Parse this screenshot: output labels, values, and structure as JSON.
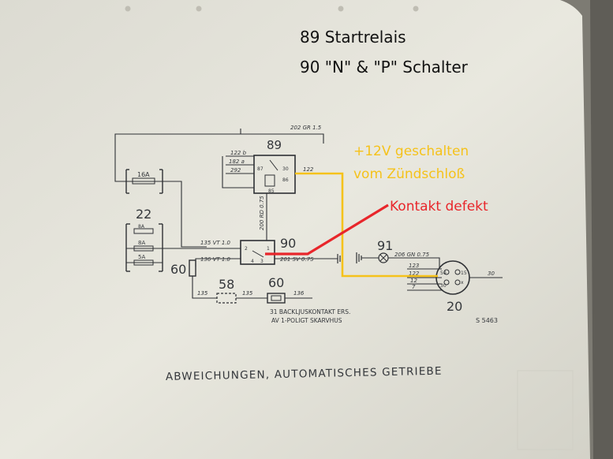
{
  "annotations": {
    "header_line1": "89 Startrelais",
    "header_line2": "90 \"N\" & \"P\" Schalter",
    "plus12v_line1": "+12V geschalten",
    "plus12v_line2": "vom Zündschloß",
    "kontakt": "Kontakt defekt"
  },
  "colors": {
    "header_text": "#111111",
    "yellow_wire": "#f5c21b",
    "red_wire": "#e8262b",
    "paper": "#e6e5dc",
    "ink": "#2e3034"
  },
  "diagram": {
    "relay_89": "89",
    "wire_202": "202 GR 1.5",
    "fuse_16A": "16A",
    "wire_122b": "122 b",
    "wire_182a": "182 a",
    "wire_292": "292",
    "pin_87": "87",
    "pin_30": "30",
    "pin_86": "86",
    "pin_85": "85",
    "wire_122": "122",
    "wire_200": "200 RD 0.75",
    "fuse_block": "22",
    "fuse_8A_top": "8A",
    "fuse_8A": "8A",
    "fuse_5A": "5A",
    "wire_135_vt": "135 VT 1.0",
    "wire_136_vt": "136 VT 1.0",
    "switch_90": "90",
    "sw_pin_2": "2",
    "sw_pin_1": "1",
    "sw_pin_4": "4",
    "sw_pin_3": "3",
    "wire_201": "201 SV 0.75",
    "lamp_91": "91",
    "wire_206": "206 GN 0.75",
    "conn_60_left": "60",
    "conn_58": "58",
    "conn_60_mid": "60",
    "wire_135": "135",
    "wire_135b": "135",
    "wire_136": "136",
    "ign_123": "123",
    "ign_122": "122",
    "ign_12": "12",
    "ign_7": "7",
    "ign_30_out": "30",
    "ign_50": "50",
    "ign_15": "15",
    "ign_30": "30",
    "ign_x": "x",
    "ign_switch_20": "20",
    "note_line1": "31 BACKLJUSKONTAKT ERS.",
    "note_line2": "AV 1-POLIGT SKARVHUS",
    "ref_code": "S 5463",
    "caption": "ABWEICHUNGEN, AUTOMATISCHES GETRIEBE"
  }
}
